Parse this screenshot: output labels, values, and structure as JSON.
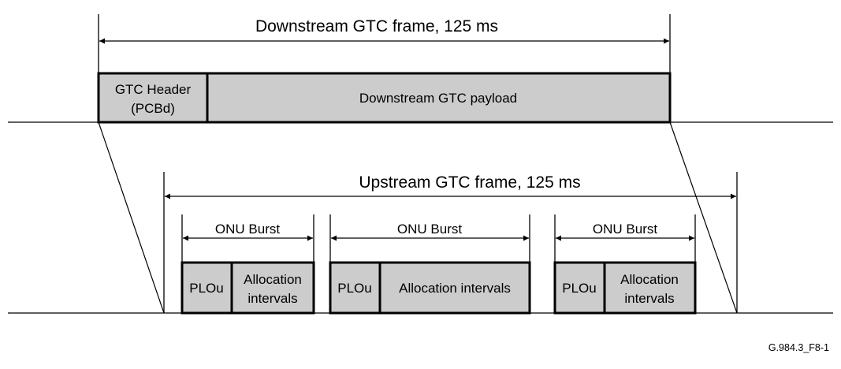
{
  "downstream": {
    "frame_label": "Downstream GTC frame, 125 ms",
    "header_line1": "GTC Header",
    "header_line2": "(PCBd)",
    "payload_label": "Downstream GTC payload"
  },
  "upstream": {
    "frame_label": "Upstream GTC frame, 125 ms",
    "bursts": [
      {
        "label": "ONU Burst",
        "plou": "PLOu",
        "alloc_line1": "Allocation",
        "alloc_line2": "intervals"
      },
      {
        "label": "ONU Burst",
        "plou": "PLOu",
        "alloc_line1": "Allocation intervals",
        "alloc_line2": ""
      },
      {
        "label": "ONU Burst",
        "plou": "PLOu",
        "alloc_line1": "Allocation",
        "alloc_line2": "intervals"
      }
    ]
  },
  "figure_id": "G.984.3_F8-1"
}
